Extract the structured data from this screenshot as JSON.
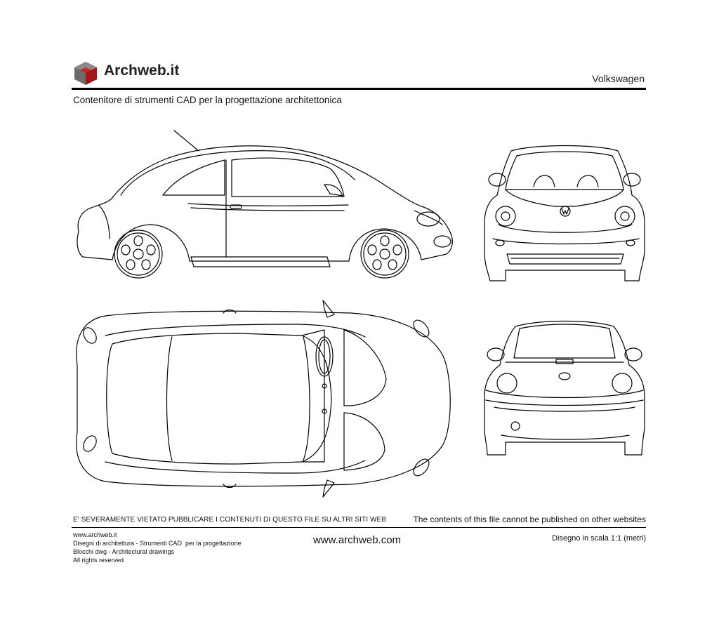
{
  "header": {
    "brand": "Archweb.it",
    "subject": "Volkswagen",
    "tagline": "Contenitore di strumenti CAD per la progettazione architettonica"
  },
  "drawing": {
    "views": [
      "side-view",
      "front-view",
      "top-view",
      "rear-view"
    ],
    "badge_icon": "vw-logo-icon"
  },
  "notice": {
    "italian": "E' SEVERAMENTE VIETATO PUBBLICARE I CONTENUTI DI QUESTO FILE SU ALTRI SITI WEB",
    "english": "The contents of this file cannot be published on other websites"
  },
  "footer": {
    "lines": [
      "www.archweb.it",
      "Disegni di architettura - Strumenti CAD  per la progettazione",
      "Blocchi dwg - Architectural drawings",
      "All rights reserved"
    ],
    "site": "www.archweb.com",
    "scale": "Disegno in scala 1:1 (metri)"
  },
  "colors": {
    "logo_red": "#a4161a",
    "logo_grey": "#6b6b6b",
    "line": "#000000"
  }
}
